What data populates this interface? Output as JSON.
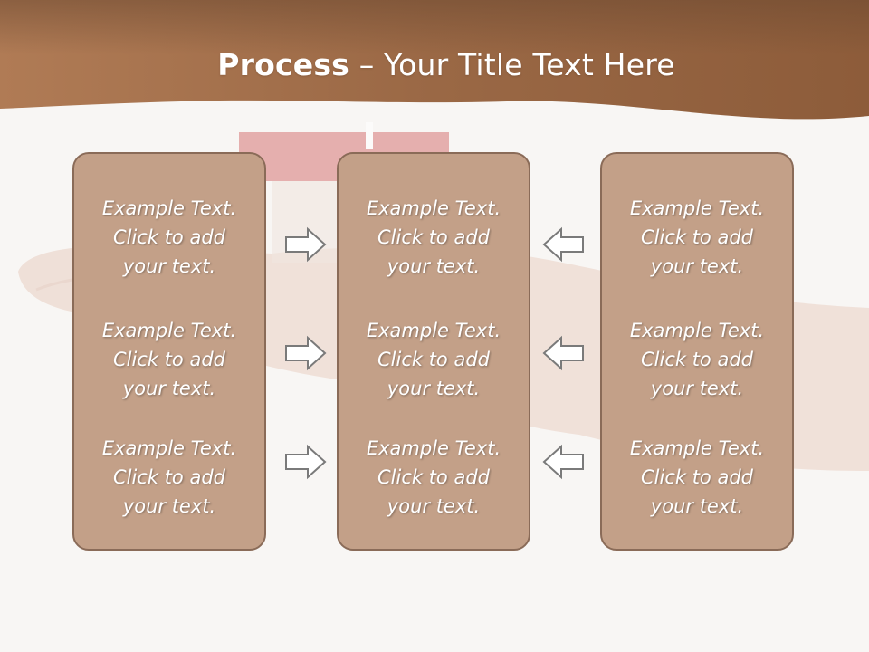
{
  "slide": {
    "title_bold": "Process",
    "title_rest": " – Your Title Text Here"
  },
  "colors": {
    "header_band": "#9c6a44",
    "panel_fill": "#c3a088",
    "panel_border": "#8a6b58",
    "arrow_outline": "#7a7a7a"
  },
  "columns": [
    {
      "items": [
        "Example Text.\nClick  to add\nyour text.",
        "Example Text.\nClick  to add\nyour text.",
        "Example Text.\nClick  to add\nyour text."
      ]
    },
    {
      "items": [
        "Example Text.\nClick  to add\nyour text.",
        "Example Text.\nClick  to add\nyour text.",
        "Example Text.\nClick  to add\nyour text."
      ]
    },
    {
      "items": [
        "Example Text.\nClick  to add\nyour text.",
        "Example Text.\nClick  to add\nyour text.",
        "Example Text.\nClick  to add\nyour text."
      ]
    }
  ],
  "arrows": {
    "left_group": "right-arrow-icon",
    "right_group": "left-arrow-icon"
  }
}
